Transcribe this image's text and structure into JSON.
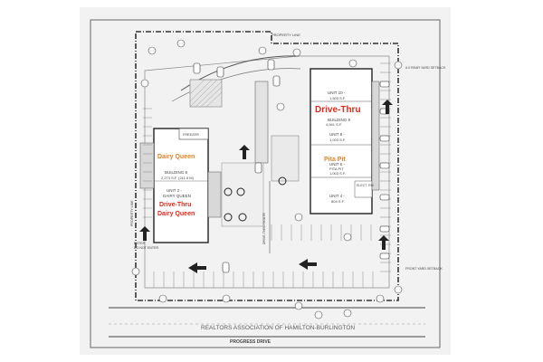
{
  "site": {
    "property_line_top": "PROPERTY LINE",
    "property_line_left": "PROPERTY LINE",
    "rear_yard_setback": "6.0 REAR YARD SETBACK",
    "front_yard_setback": "FRONT YARD SETBACK",
    "street": "PROGRESS DRIVE",
    "watermark": "REALTORS ASSOCIATION OF HAMILTON-BURLINGTON",
    "drive_thru_route": "DRIVE-THRU ROUTE",
    "enter_label": "ENTER",
    "do_not_enter_label": "DO NOT ENTER"
  },
  "building_9": {
    "name": "BUILDING 9",
    "area": "4,941 S.F.",
    "overlay_drive_thru": "Drive-Thru",
    "overlay_pita_pit": "Pita Pit",
    "units": [
      {
        "name": "UNIT 10 -",
        "area": "1,503 S.F."
      },
      {
        "name": "UNIT 8 -",
        "area": "1,003 S.F."
      },
      {
        "name": "UNIT 6 -",
        "tenant": "PITA PIT",
        "area": "1,003 S.F."
      },
      {
        "name": "UNIT 4 -",
        "area": "804 S.F."
      }
    ],
    "elect": "ELECT. RM"
  },
  "building_8": {
    "name": "BUILDING 8",
    "area": "2,273 S.F. (211.5 M)",
    "unit": "UNIT 2 -",
    "tenant": "DAIRY QUEEN",
    "freezer": "FREEZER",
    "overlay_dairy_queen_top": "Dairy Queen",
    "overlay_drive_thru": "Drive-Thru",
    "overlay_dairy_queen_bottom": "Dairy Queen"
  }
}
